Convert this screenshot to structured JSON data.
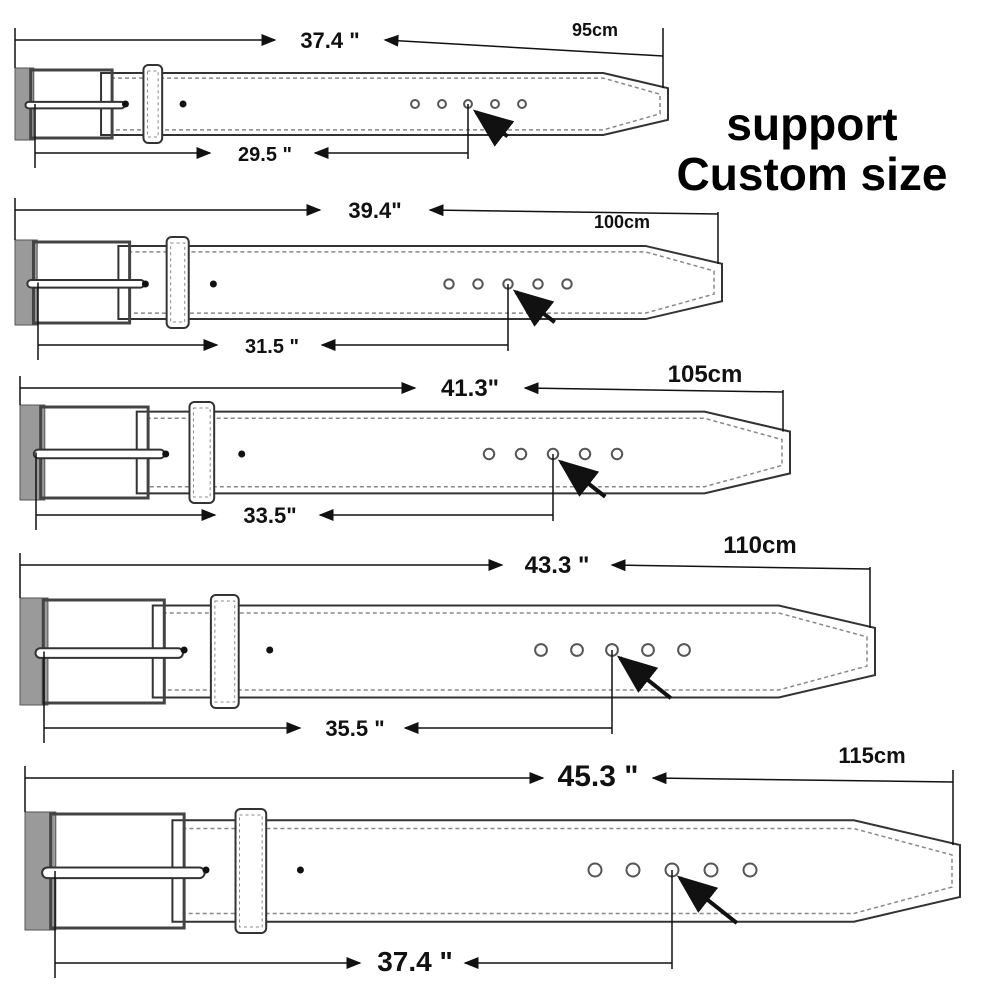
{
  "promo": {
    "line1": "support",
    "line2": "Custom size"
  },
  "belts": [
    {
      "total_in": "37.4 \"",
      "total_cm": "95cm",
      "to_middle_hole_in": "29.5 \""
    },
    {
      "total_in": "39.4\"",
      "total_cm": "100cm",
      "to_middle_hole_in": "31.5 \""
    },
    {
      "total_in": "41.3\"",
      "total_cm": "105cm",
      "to_middle_hole_in": "33.5\""
    },
    {
      "total_in": "43.3 \"",
      "total_cm": "110cm",
      "to_middle_hole_in": "35.5 \""
    },
    {
      "total_in": "45.3 \"",
      "total_cm": "115cm",
      "to_middle_hole_in": "37.4 \""
    }
  ],
  "colors": {
    "buckle": "#9a9a9a",
    "line": "#222222",
    "stitch": "#888888"
  }
}
